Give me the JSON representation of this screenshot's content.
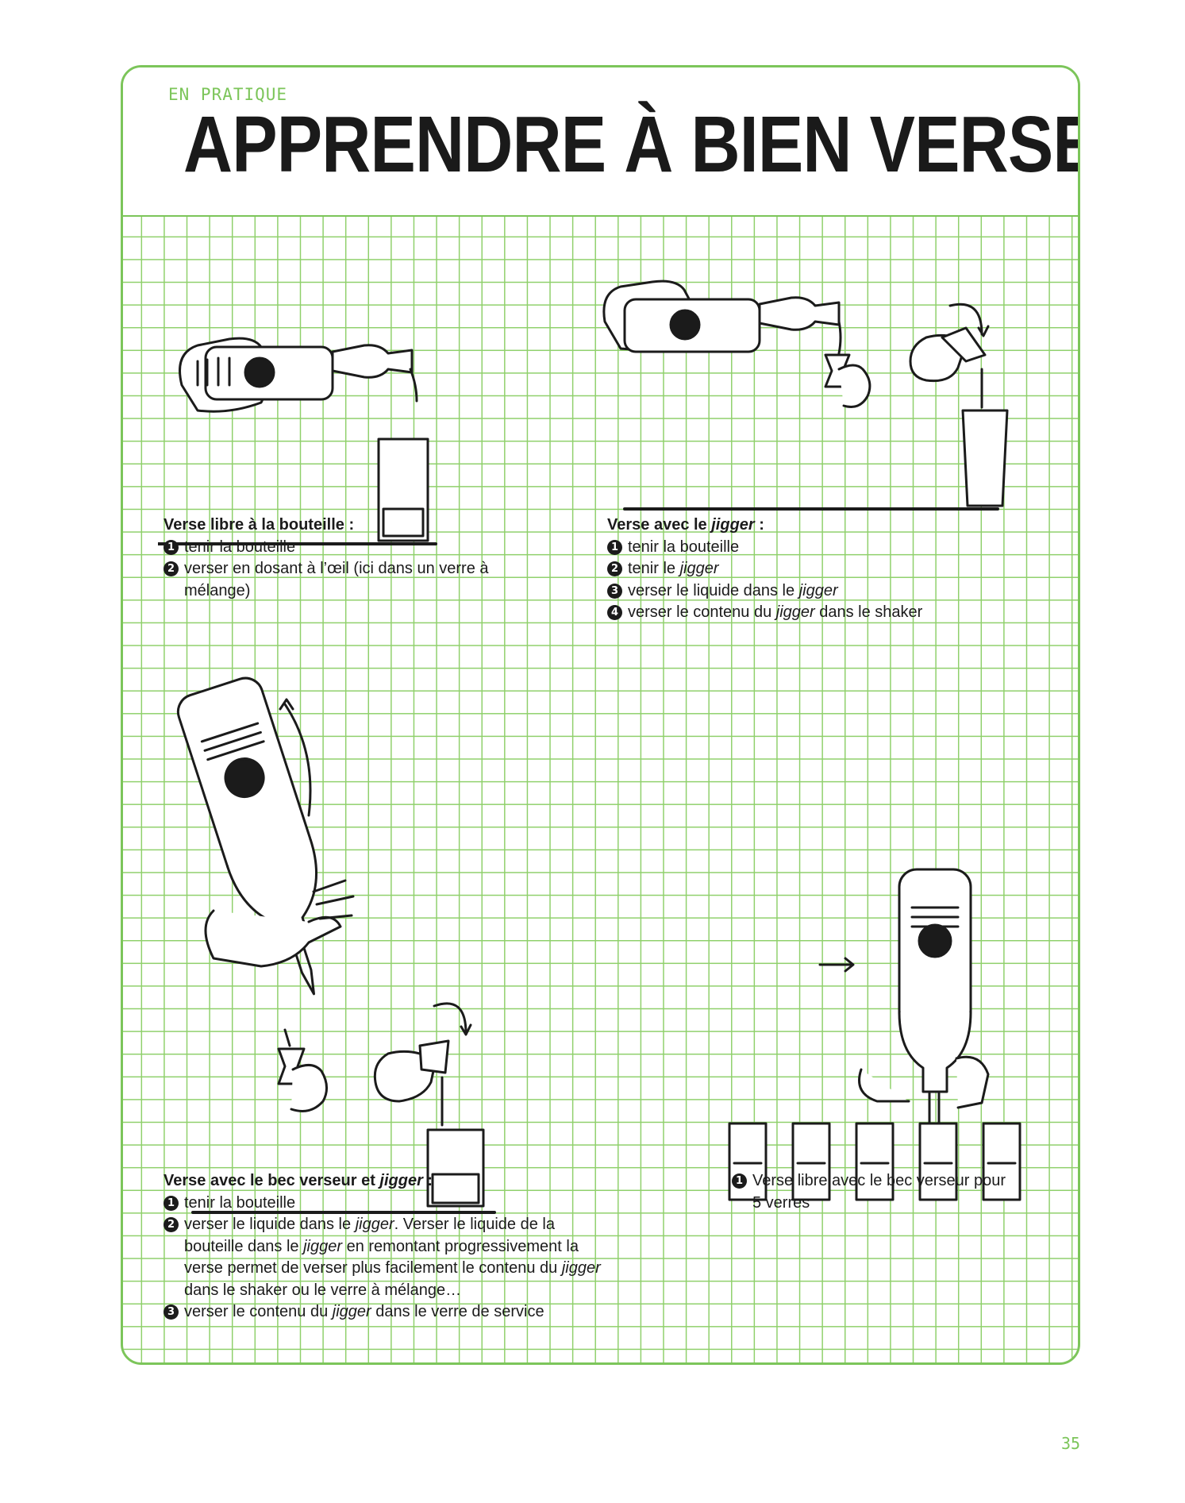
{
  "header": {
    "kicker": "EN PRATIQUE",
    "title": "APPRENDRE À BIEN VERSER"
  },
  "sections": [
    {
      "heading_pre": "Verse libre à la bouteille :",
      "heading_em": "",
      "heading_post": "",
      "steps": [
        {
          "num": "1",
          "text": "tenir la bouteille"
        },
        {
          "num": "2",
          "text": "verser en dosant à l’œil (ici dans un verre à mélange)"
        }
      ]
    },
    {
      "heading_pre": "Verse avec le ",
      "heading_em": "jigger",
      "heading_post": " :",
      "steps": [
        {
          "num": "1",
          "text": "tenir la bouteille"
        },
        {
          "num": "2",
          "pre": "tenir le ",
          "em": "jigger",
          "post": ""
        },
        {
          "num": "3",
          "pre": "verser le liquide dans le ",
          "em": "jigger",
          "post": ""
        },
        {
          "num": "4",
          "pre": "verser le contenu du ",
          "em": "jigger",
          "post": " dans le shaker"
        }
      ]
    },
    {
      "heading_pre": "Verse avec le bec verseur et ",
      "heading_em": "jigger",
      "heading_post": " :",
      "steps": [
        {
          "num": "1",
          "text": "tenir la bouteille"
        },
        {
          "num": "2",
          "parts": [
            "verser le liquide dans le ",
            "jigger",
            ". Verser le liquide de la bouteille dans le ",
            "jigger",
            " en remontant progressivement la verse permet de verser plus facilement le contenu du ",
            "jigger",
            " dans le shaker ou le verre à mélange…"
          ]
        },
        {
          "num": "3",
          "pre": "verser le contenu du ",
          "em": "jigger",
          "post": " dans le verre de service"
        }
      ]
    },
    {
      "steps": [
        {
          "num": "1",
          "text": "Verse libre avec le bec verseur pour 5 verres"
        }
      ]
    }
  ],
  "page_number": "35",
  "colors": {
    "accent": "#7cc55a",
    "ink": "#1b1b1b"
  }
}
